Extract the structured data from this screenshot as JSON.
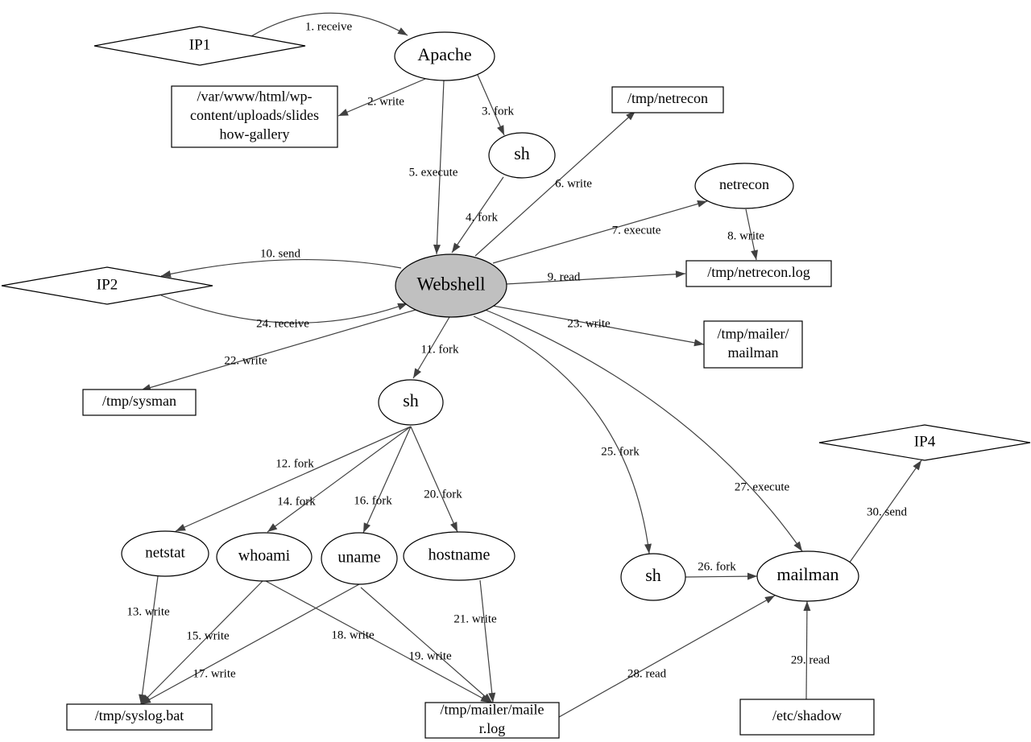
{
  "colors": {
    "line": "#404040",
    "border": "#000000",
    "fill": "#ffffff",
    "highlight": "#c0c0c0"
  },
  "nodes": [
    {
      "id": "ip1",
      "shape": "diamond",
      "lines": [
        "IP1"
      ]
    },
    {
      "id": "apache",
      "shape": "ellipse",
      "lines": [
        "Apache"
      ]
    },
    {
      "id": "uploads",
      "shape": "rect",
      "lines": [
        "/var/www/html/wp-",
        "content/uploads/slides",
        "how-gallery"
      ]
    },
    {
      "id": "netrecon_tmp",
      "shape": "rect",
      "lines": [
        "/tmp/netrecon"
      ]
    },
    {
      "id": "sh1",
      "shape": "ellipse",
      "lines": [
        "sh"
      ]
    },
    {
      "id": "netrecon_proc",
      "shape": "ellipse",
      "lines": [
        "netrecon"
      ]
    },
    {
      "id": "netrecon_log",
      "shape": "rect",
      "lines": [
        "/tmp/netrecon.log"
      ]
    },
    {
      "id": "ip2",
      "shape": "diamond",
      "lines": [
        "IP2"
      ]
    },
    {
      "id": "webshell",
      "shape": "ellipse",
      "lines": [
        "Webshell"
      ],
      "highlight": true
    },
    {
      "id": "mailer_mailman",
      "shape": "rect",
      "lines": [
        "/tmp/mailer/",
        "mailman"
      ]
    },
    {
      "id": "sysman",
      "shape": "rect",
      "lines": [
        "/tmp/sysman"
      ]
    },
    {
      "id": "sh2",
      "shape": "ellipse",
      "lines": [
        "sh"
      ]
    },
    {
      "id": "ip4",
      "shape": "diamond",
      "lines": [
        "IP4"
      ]
    },
    {
      "id": "netstat",
      "shape": "ellipse",
      "lines": [
        "netstat"
      ]
    },
    {
      "id": "whoami",
      "shape": "ellipse",
      "lines": [
        "whoami"
      ]
    },
    {
      "id": "uname",
      "shape": "ellipse",
      "lines": [
        "uname"
      ]
    },
    {
      "id": "hostname",
      "shape": "ellipse",
      "lines": [
        "hostname"
      ]
    },
    {
      "id": "sh3",
      "shape": "ellipse",
      "lines": [
        "sh"
      ]
    },
    {
      "id": "mailman",
      "shape": "ellipse",
      "lines": [
        "mailman"
      ]
    },
    {
      "id": "syslog",
      "shape": "rect",
      "lines": [
        "/tmp/syslog.bat"
      ]
    },
    {
      "id": "mailer_log",
      "shape": "rect",
      "lines": [
        "/tmp/mailer/maile",
        "r.log"
      ]
    },
    {
      "id": "shadow",
      "shape": "rect",
      "lines": [
        "/etc/shadow"
      ]
    }
  ],
  "edges": [
    {
      "id": "e1",
      "label": "1. receive"
    },
    {
      "id": "e2",
      "label": "2. write"
    },
    {
      "id": "e3",
      "label": "3. fork"
    },
    {
      "id": "e4",
      "label": "4. fork"
    },
    {
      "id": "e5",
      "label": "5. execute"
    },
    {
      "id": "e6",
      "label": "6. write"
    },
    {
      "id": "e7",
      "label": "7. execute"
    },
    {
      "id": "e8",
      "label": "8. write"
    },
    {
      "id": "e9",
      "label": "9. read"
    },
    {
      "id": "e10",
      "label": "10. send"
    },
    {
      "id": "e11",
      "label": "11. fork"
    },
    {
      "id": "e12",
      "label": "12. fork"
    },
    {
      "id": "e13",
      "label": "13. write"
    },
    {
      "id": "e14",
      "label": "14. fork"
    },
    {
      "id": "e15",
      "label": "15. write"
    },
    {
      "id": "e16",
      "label": "16. fork"
    },
    {
      "id": "e17",
      "label": "17. write"
    },
    {
      "id": "e18",
      "label": "18. write"
    },
    {
      "id": "e19",
      "label": "19. write"
    },
    {
      "id": "e20",
      "label": "20. fork"
    },
    {
      "id": "e21",
      "label": "21. write"
    },
    {
      "id": "e22",
      "label": "22. write"
    },
    {
      "id": "e23",
      "label": "23. write"
    },
    {
      "id": "e24",
      "label": "24. receive"
    },
    {
      "id": "e25",
      "label": "25. fork"
    },
    {
      "id": "e26",
      "label": "26. fork"
    },
    {
      "id": "e27",
      "label": "27. execute"
    },
    {
      "id": "e28",
      "label": "28. read"
    },
    {
      "id": "e29",
      "label": "29. read"
    },
    {
      "id": "e30",
      "label": "30. send"
    }
  ]
}
